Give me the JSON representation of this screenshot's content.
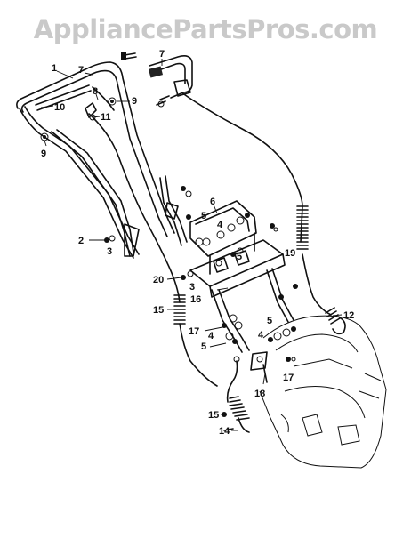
{
  "watermark": "AppliancePartsPros.com",
  "callouts": [
    {
      "id": "c1",
      "label": "1"
    },
    {
      "id": "c7a",
      "label": "7"
    },
    {
      "id": "c7b",
      "label": "7"
    },
    {
      "id": "c8",
      "label": "8"
    },
    {
      "id": "c9a",
      "label": "9"
    },
    {
      "id": "c10",
      "label": "10"
    },
    {
      "id": "c11",
      "label": "11"
    },
    {
      "id": "c9b",
      "label": "9"
    },
    {
      "id": "c6",
      "label": "6"
    },
    {
      "id": "c4a",
      "label": "4"
    },
    {
      "id": "c5a",
      "label": "5"
    },
    {
      "id": "c5b",
      "label": "5"
    },
    {
      "id": "c2",
      "label": "2"
    },
    {
      "id": "c3a",
      "label": "3"
    },
    {
      "id": "c19",
      "label": "19"
    },
    {
      "id": "c20",
      "label": "20"
    },
    {
      "id": "c3b",
      "label": "3"
    },
    {
      "id": "c16",
      "label": "16"
    },
    {
      "id": "c15a",
      "label": "15"
    },
    {
      "id": "c12",
      "label": "12"
    },
    {
      "id": "c17a",
      "label": "17"
    },
    {
      "id": "c4b",
      "label": "4"
    },
    {
      "id": "c5c",
      "label": "5"
    },
    {
      "id": "c5d",
      "label": "5"
    },
    {
      "id": "c4c",
      "label": "4"
    },
    {
      "id": "c17b",
      "label": "17"
    },
    {
      "id": "c18",
      "label": "18"
    },
    {
      "id": "c15b",
      "label": "15"
    },
    {
      "id": "c14",
      "label": "14"
    }
  ]
}
